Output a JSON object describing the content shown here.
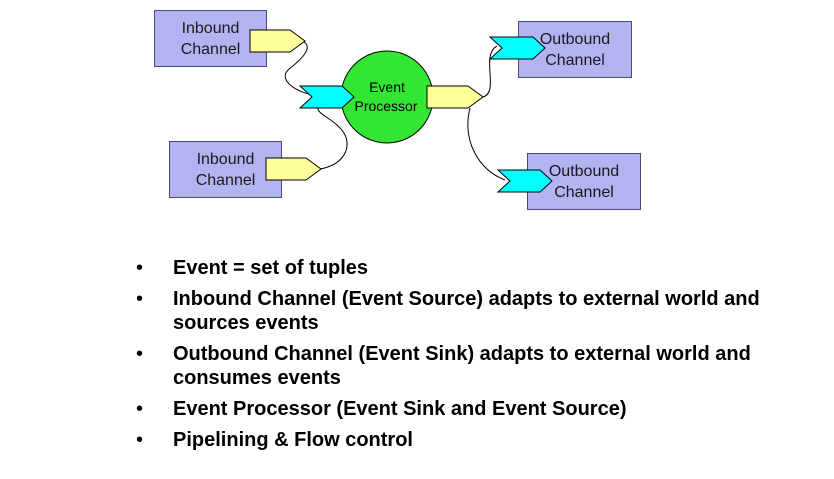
{
  "diagram": {
    "inbound_channel_1": [
      "Inbound",
      "Channel"
    ],
    "inbound_channel_2": [
      "Inbound",
      "Channel"
    ],
    "outbound_channel_1": [
      "Outbound",
      "Channel"
    ],
    "outbound_channel_2": [
      "Outbound",
      "Channel"
    ],
    "event_processor": [
      "Event",
      "Processor"
    ],
    "colors": {
      "channel_box": "#b3b3f2",
      "processor_circle": "#33e633",
      "source_connector": "#ffff99",
      "sink_connector": "#00ffff"
    }
  },
  "bullets": [
    "Event = set of tuples",
    "Inbound Channel (Event Source) adapts to external world and sources events",
    "Outbound Channel (Event Sink) adapts to external world and consumes events",
    "Event Processor (Event Sink and Event Source)",
    "Pipelining & Flow control"
  ]
}
